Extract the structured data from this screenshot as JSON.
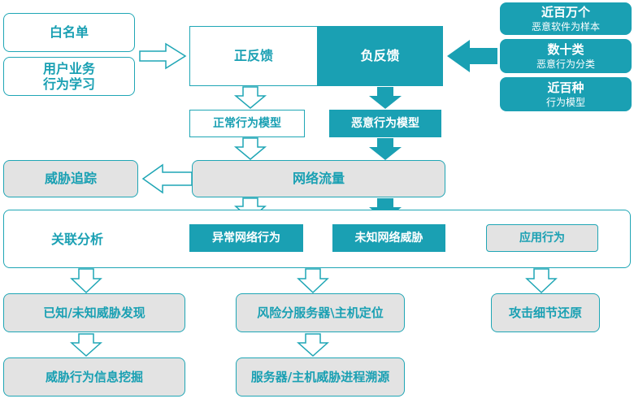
{
  "inputs": {
    "whitelist": "白名单",
    "user_behavior": "用户业务\n行为学习"
  },
  "feedback": {
    "positive": "正反馈",
    "negative": "负反馈"
  },
  "stats": [
    {
      "title": "近百万个",
      "sub": "恶意软件为样本"
    },
    {
      "title": "数十类",
      "sub": "恶意行为分类"
    },
    {
      "title": "近百种",
      "sub": "行为模型"
    }
  ],
  "models": {
    "normal": "正常行为模型",
    "malicious": "恶意行为模型"
  },
  "traffic": {
    "tracking": "威胁追踪",
    "network": "网络流量"
  },
  "correlation": {
    "title": "关联分析",
    "abnormal": "异常网络行为",
    "unknown": "未知网络威胁",
    "application": "应用行为"
  },
  "outputs": {
    "known_unknown": "已知/未知威胁发现",
    "risk_locate": "风险分服务器\\主机定位",
    "attack_restore": "攻击细节还原",
    "info_mining": "威胁行为信息挖掘",
    "trace_source": "服务器/主机威胁进程溯源"
  },
  "colors": {
    "teal": "#1aa0b3",
    "gray": "#e3e3e3",
    "border": "#1fa6b5"
  }
}
